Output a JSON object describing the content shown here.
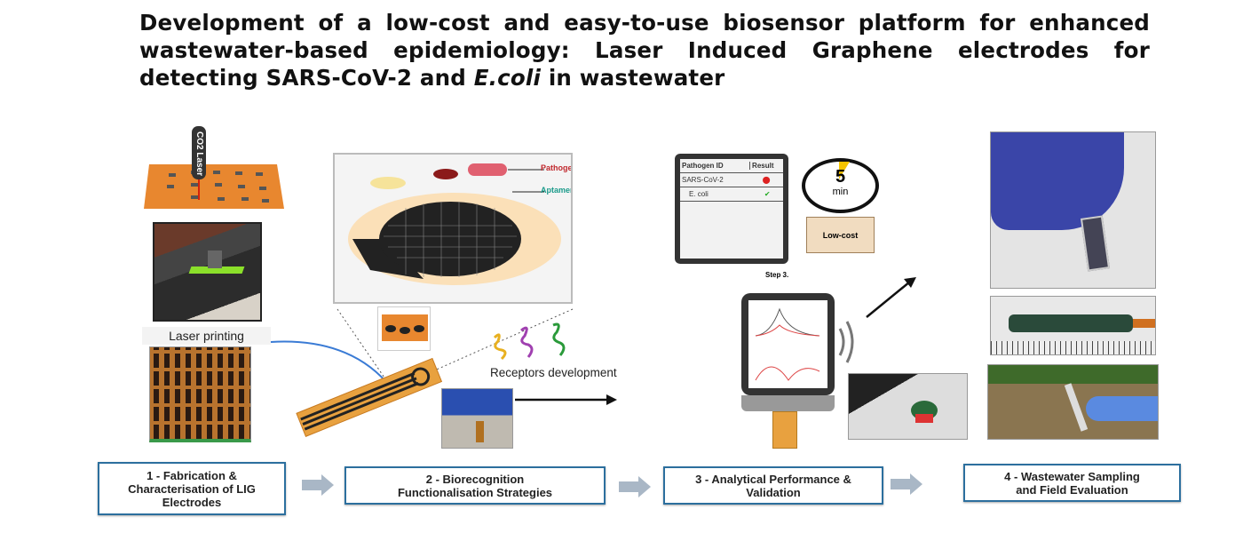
{
  "title": {
    "main_before": "Development of a low-cost and easy-to-use biosensor platform for enhanced wastewater-based epidemiology: Laser Induced Graphene electrodes for detecting SARS-CoV-2 and ",
    "italic": "E.coli",
    "main_after": " in wastewater"
  },
  "fabrication": {
    "laser_label": "CO2 Laser",
    "laser_printing_label": "Laser printing"
  },
  "biorecognition": {
    "pathogens_label": "Pathogens",
    "aptamers_label": "Aptamers",
    "receptors_label": "Receptors development",
    "colors": {
      "pathogens": "#c0282d",
      "aptamers": "#1a9a8a"
    }
  },
  "analytical": {
    "clipboard": {
      "headers": [
        "Pathogen ID",
        "Result"
      ],
      "rows": [
        {
          "pathogen": "SARS-CoV-2",
          "result": "negative-icon"
        },
        {
          "pathogen": "E. coli",
          "result": "positive-icon"
        }
      ]
    },
    "timer": {
      "value": "5",
      "unit": "min"
    },
    "low_cost_label": "Low-cost",
    "step_label": "Step 3."
  },
  "steps": [
    {
      "label": "1 - Fabrication & Characterisation of LIG Electrodes"
    },
    {
      "label": "2 - Biorecognition Functionalisation Strategies"
    },
    {
      "label": "3 - Analytical Performance & Validation"
    },
    {
      "label": "4 - Wastewater Sampling and Field Evaluation"
    }
  ],
  "colors": {
    "step_border": "#2c6f9e",
    "step_arrow": "#a9b7c6",
    "substrate": "#e8872f"
  }
}
